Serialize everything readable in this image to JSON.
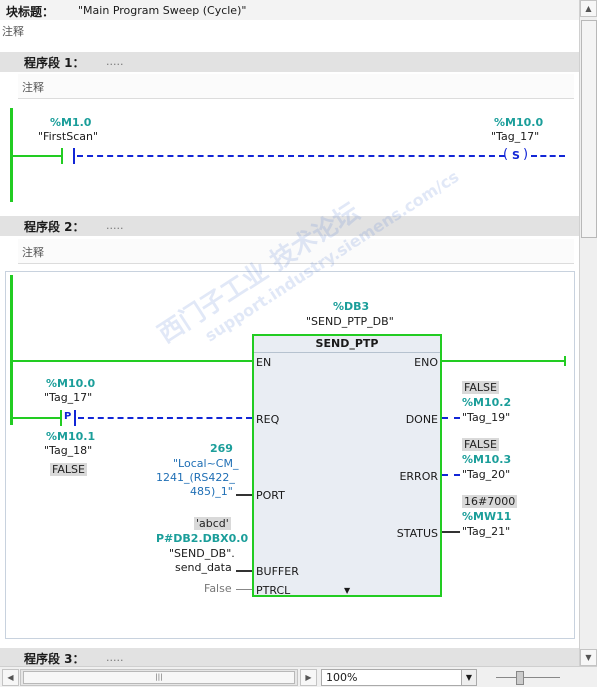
{
  "block": {
    "title_label": "块标题：",
    "title_value": "\"Main Program Sweep (Cycle)\"",
    "comment": "注释"
  },
  "network1": {
    "label": "程序段 1：",
    "dots": ".....",
    "comment": "注释",
    "contact": {
      "address": "%M1.0",
      "tag": "\"FirstScan\""
    },
    "coil": {
      "address": "%M10.0",
      "tag": "\"Tag_17\"",
      "symbol": "S"
    }
  },
  "network2": {
    "label": "程序段 2：",
    "dots": ".....",
    "comment": "注释",
    "instance": {
      "address": "%DB3",
      "tag": "\"SEND_PTP_DB\""
    },
    "block_name": "SEND_PTP",
    "req_contact": {
      "address": "%M10.0",
      "tag": "\"Tag_17\"",
      "symbol": "P",
      "edge_address": "%M10.1",
      "edge_tag": "\"Tag_18\"",
      "edge_value": "FALSE"
    },
    "inputs": {
      "en": "EN",
      "req": "REQ",
      "port": "PORT",
      "buffer": "BUFFER",
      "ptrcl": "PTRCL",
      "port_value": "269",
      "port_tag_1": "\"Local~CM_",
      "port_tag_2": "1241_(RS422_",
      "port_tag_3": "485)_1\"",
      "buffer_value": "'abcd'",
      "buffer_address": "P#DB2.DBX0.0",
      "buffer_tag_1": "\"SEND_DB\".",
      "buffer_tag_2": "send_data",
      "ptrcl_value": "False"
    },
    "outputs": {
      "eno": "ENO",
      "done": "DONE",
      "error": "ERROR",
      "status": "STATUS",
      "done_value": "FALSE",
      "done_address": "%M10.2",
      "done_tag": "\"Tag_19\"",
      "error_value": "FALSE",
      "error_address": "%M10.3",
      "error_tag": "\"Tag_20\"",
      "status_value": "16#7000",
      "status_address": "%MW11",
      "status_tag": "\"Tag_21\""
    }
  },
  "network3": {
    "label": "程序段 3：",
    "dots": "....."
  },
  "watermark": {
    "line1": "西门子工业  技术论坛",
    "line2": "support.industry.siemens.com/cs"
  },
  "statusbar": {
    "zoom": "100%"
  },
  "colors": {
    "powerrail": "#22cc22",
    "dashed_wire": "#1226d6",
    "address": "#1b9e9a",
    "box_border": "#22cc22",
    "box_fill": "#e9edf3"
  }
}
